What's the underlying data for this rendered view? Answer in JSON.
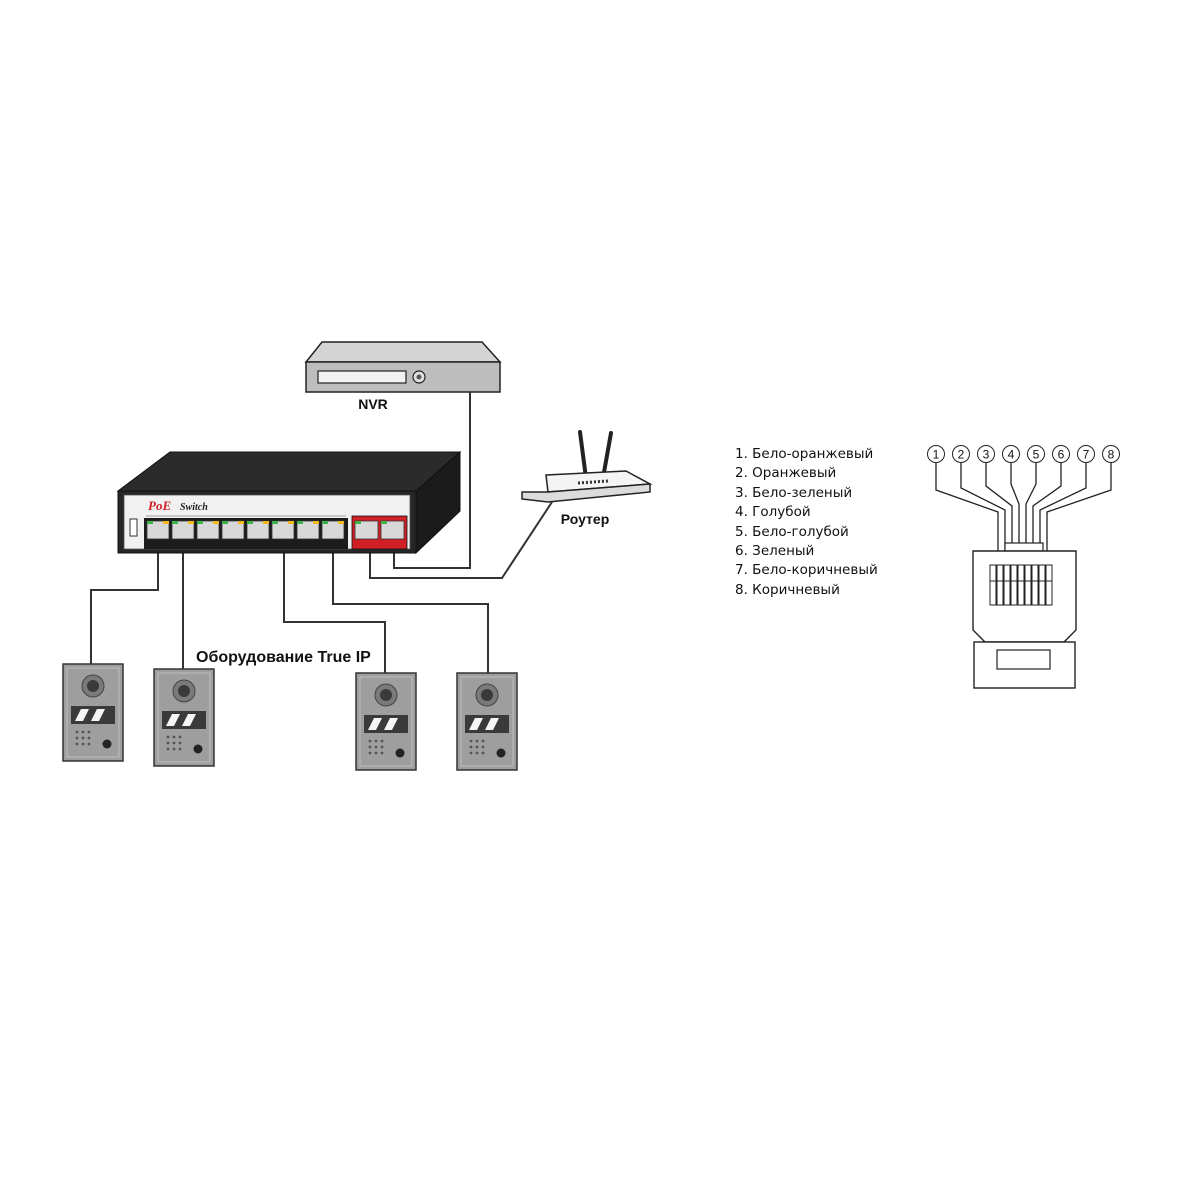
{
  "switch": {
    "brand": "PoE",
    "model": "Switch"
  },
  "labels": {
    "nvr": "NVR",
    "router": "Роутер",
    "equipment": "Оборудование True IP"
  },
  "pinout": {
    "numbers": [
      "1",
      "2",
      "3",
      "4",
      "5",
      "6",
      "7",
      "8"
    ],
    "colors": [
      "1. Бело-оранжевый",
      "2. Оранжевый",
      "3. Бело-зеленый",
      "4. Голубой",
      "5. Бело-голубой",
      "6. Зеленый",
      "7. Бело-коричневый",
      "8. Коричневый"
    ]
  },
  "colors": {
    "accent_red": "#d11f26",
    "port_green": "#3cb34a",
    "device_gray": "#9e9e9e"
  }
}
